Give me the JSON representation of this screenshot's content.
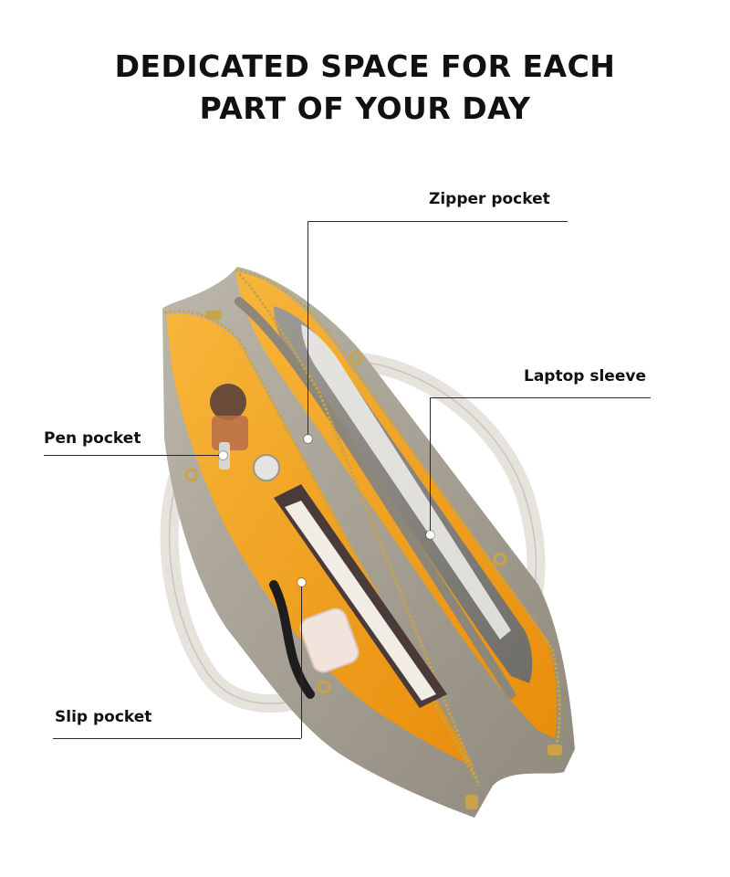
{
  "headline": {
    "line1": "DEDICATED SPACE FOR EACH",
    "line2": "PART OF YOUR DAY"
  },
  "callouts": {
    "zipper": "Zipper pocket",
    "laptop": "Laptop sleeve",
    "pen": "Pen pocket",
    "slip": "Slip pocket"
  },
  "colors": {
    "bag_shell": "#a8a295",
    "lining": "#f5a31c",
    "handle": "#e6e3dc",
    "zipper": "#c9a34a",
    "text": "#111111"
  }
}
